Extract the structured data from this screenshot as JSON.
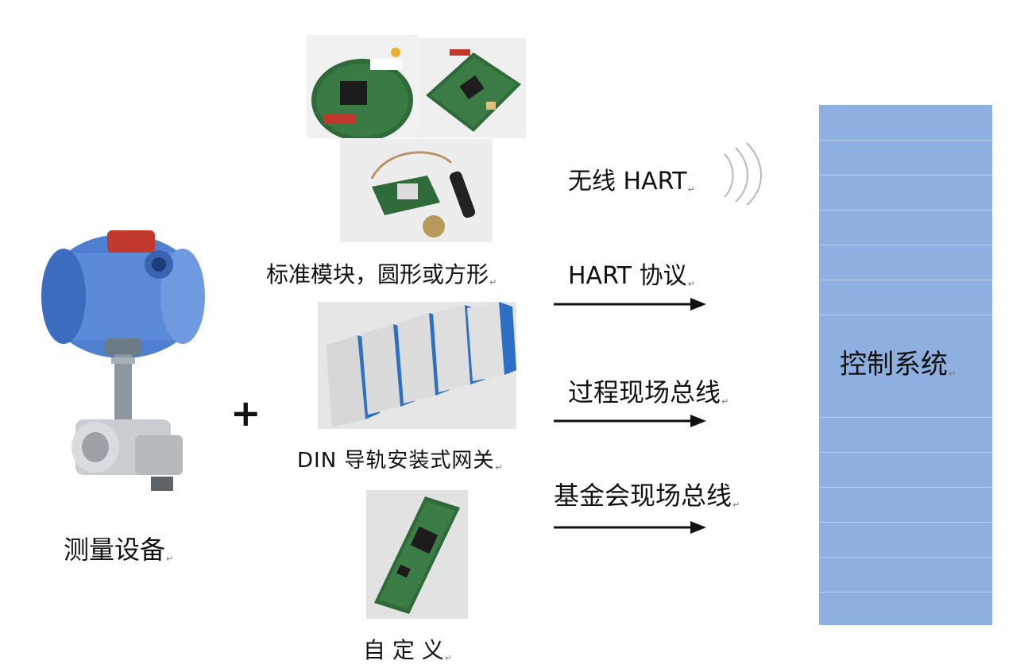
{
  "labels": {
    "device": "测量设备",
    "standard_module": "标准模块，圆形或方形",
    "din_gateway": "DIN 导轨安装式网关",
    "custom": "自 定 义",
    "wireless_hart": "无线 HART",
    "hart_protocol": "HART 协议",
    "process_fieldbus": "过程现场总线",
    "foundation_fieldbus": "基金会现场总线",
    "control_system": "控制系统",
    "plus": "+",
    "paragraph_mark": "↵"
  },
  "colors": {
    "control_system_fill": "#8db0e0",
    "control_system_stripe": "#b7cdef",
    "device_housing": "#4f7fd0",
    "pcb_green": "#2f6a3a",
    "din_blue": "#2d6fc4"
  },
  "icons": {
    "device": "flowmeter-photo",
    "module_round": "round-pcb-photo",
    "module_square": "square-pcb-photo",
    "module_wireless": "wireless-module-photo",
    "din_gateways": "din-rail-gateways-photo",
    "custom_board": "custom-pcb-photo",
    "wireless": "wireless-waves-icon",
    "arrow": "right-arrow-icon"
  }
}
